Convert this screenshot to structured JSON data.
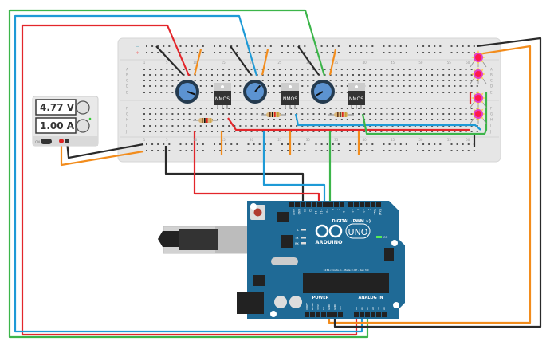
{
  "power_supply": {
    "voltage": "4.77 V",
    "current": "1.00 A",
    "off_label": "ON"
  },
  "breadboard": {
    "columns": [
      "1",
      "5",
      "10",
      "15",
      "20",
      "25",
      "30",
      "35",
      "40",
      "45",
      "50",
      "55",
      "60"
    ],
    "rows_top": [
      "A",
      "B",
      "C",
      "D",
      "E"
    ],
    "rows_bottom": [
      "F",
      "G",
      "H",
      "I",
      "J"
    ],
    "rail_minus": "−",
    "rail_plus": "+"
  },
  "components": {
    "mosfets": [
      "NMOS",
      "NMOS",
      "NMOS"
    ],
    "potentiometer_count": 3,
    "resistor_count": 3,
    "led_count": 4,
    "led_color": "#ff1a4a"
  },
  "arduino": {
    "brand": "ARDUINO",
    "model": "UNO",
    "digital_header": "DIGITAL (PWM ~)",
    "digital_pins": [
      "AREF",
      "GND",
      "13",
      "12",
      "~11",
      "~10",
      "~9",
      "8",
      "7",
      "~6",
      "~5",
      "4",
      "~3",
      "2",
      "TX▸1",
      "RX◂0"
    ],
    "power_header": "POWER",
    "power_pins": [
      "IOREF",
      "RESET",
      "3.3V",
      "5V",
      "GND",
      "GND",
      "Vin"
    ],
    "analog_header": "ANALOG IN",
    "analog_pins": [
      "A0",
      "A1",
      "A2",
      "A3",
      "A4",
      "A5"
    ],
    "led_l": "L",
    "led_tx": "TX",
    "led_rx": "RX",
    "led_on": "ON",
    "board_text": "1234.circuits.io - Made in RP - Rev 3.0",
    "board_color": "#1f6a96"
  },
  "wire_colors": {
    "red": "#e3262b",
    "blue": "#1e9ad6",
    "green": "#3cb54a",
    "orange": "#f28c1c",
    "black": "#2a2a2a"
  }
}
